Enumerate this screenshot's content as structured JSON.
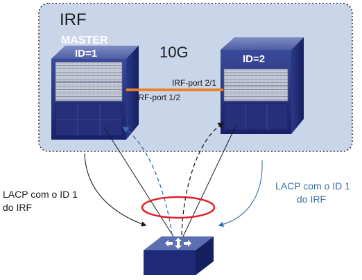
{
  "irf_group": {
    "title": "IRF",
    "link_speed": "10G"
  },
  "switches": {
    "master": {
      "role": "MASTER",
      "id_label": "ID=1",
      "port": "IRF-port 1/2"
    },
    "slave": {
      "id_label": "ID=2",
      "port": "IRF-port 2/1"
    }
  },
  "lacp": {
    "left_line1": "LACP com o ID 1",
    "left_line2": "do IRF",
    "right_line1": "LACP com o ID 1",
    "right_line2": "do IRF"
  },
  "icons": {
    "switch_chassis": "chassis-switch-icon",
    "access_switch": "access-switch-icon",
    "aggregation": "aggregation-ellipse-icon"
  },
  "colors": {
    "irf_box_fill": "#c9d5e8",
    "irf_box_border": "#333333",
    "chassis_front": "#1e2a78",
    "chassis_side": "#2e3b8c",
    "chassis_top": "#5c6fb0",
    "irf_link": "#e8822a",
    "aggregation": "#e0202a",
    "lacp_right_text": "#3a6ea8",
    "dashed_right_arrow": "#3a6ea8",
    "text_white": "#ffffff",
    "text_dark": "#1a1a1a"
  }
}
